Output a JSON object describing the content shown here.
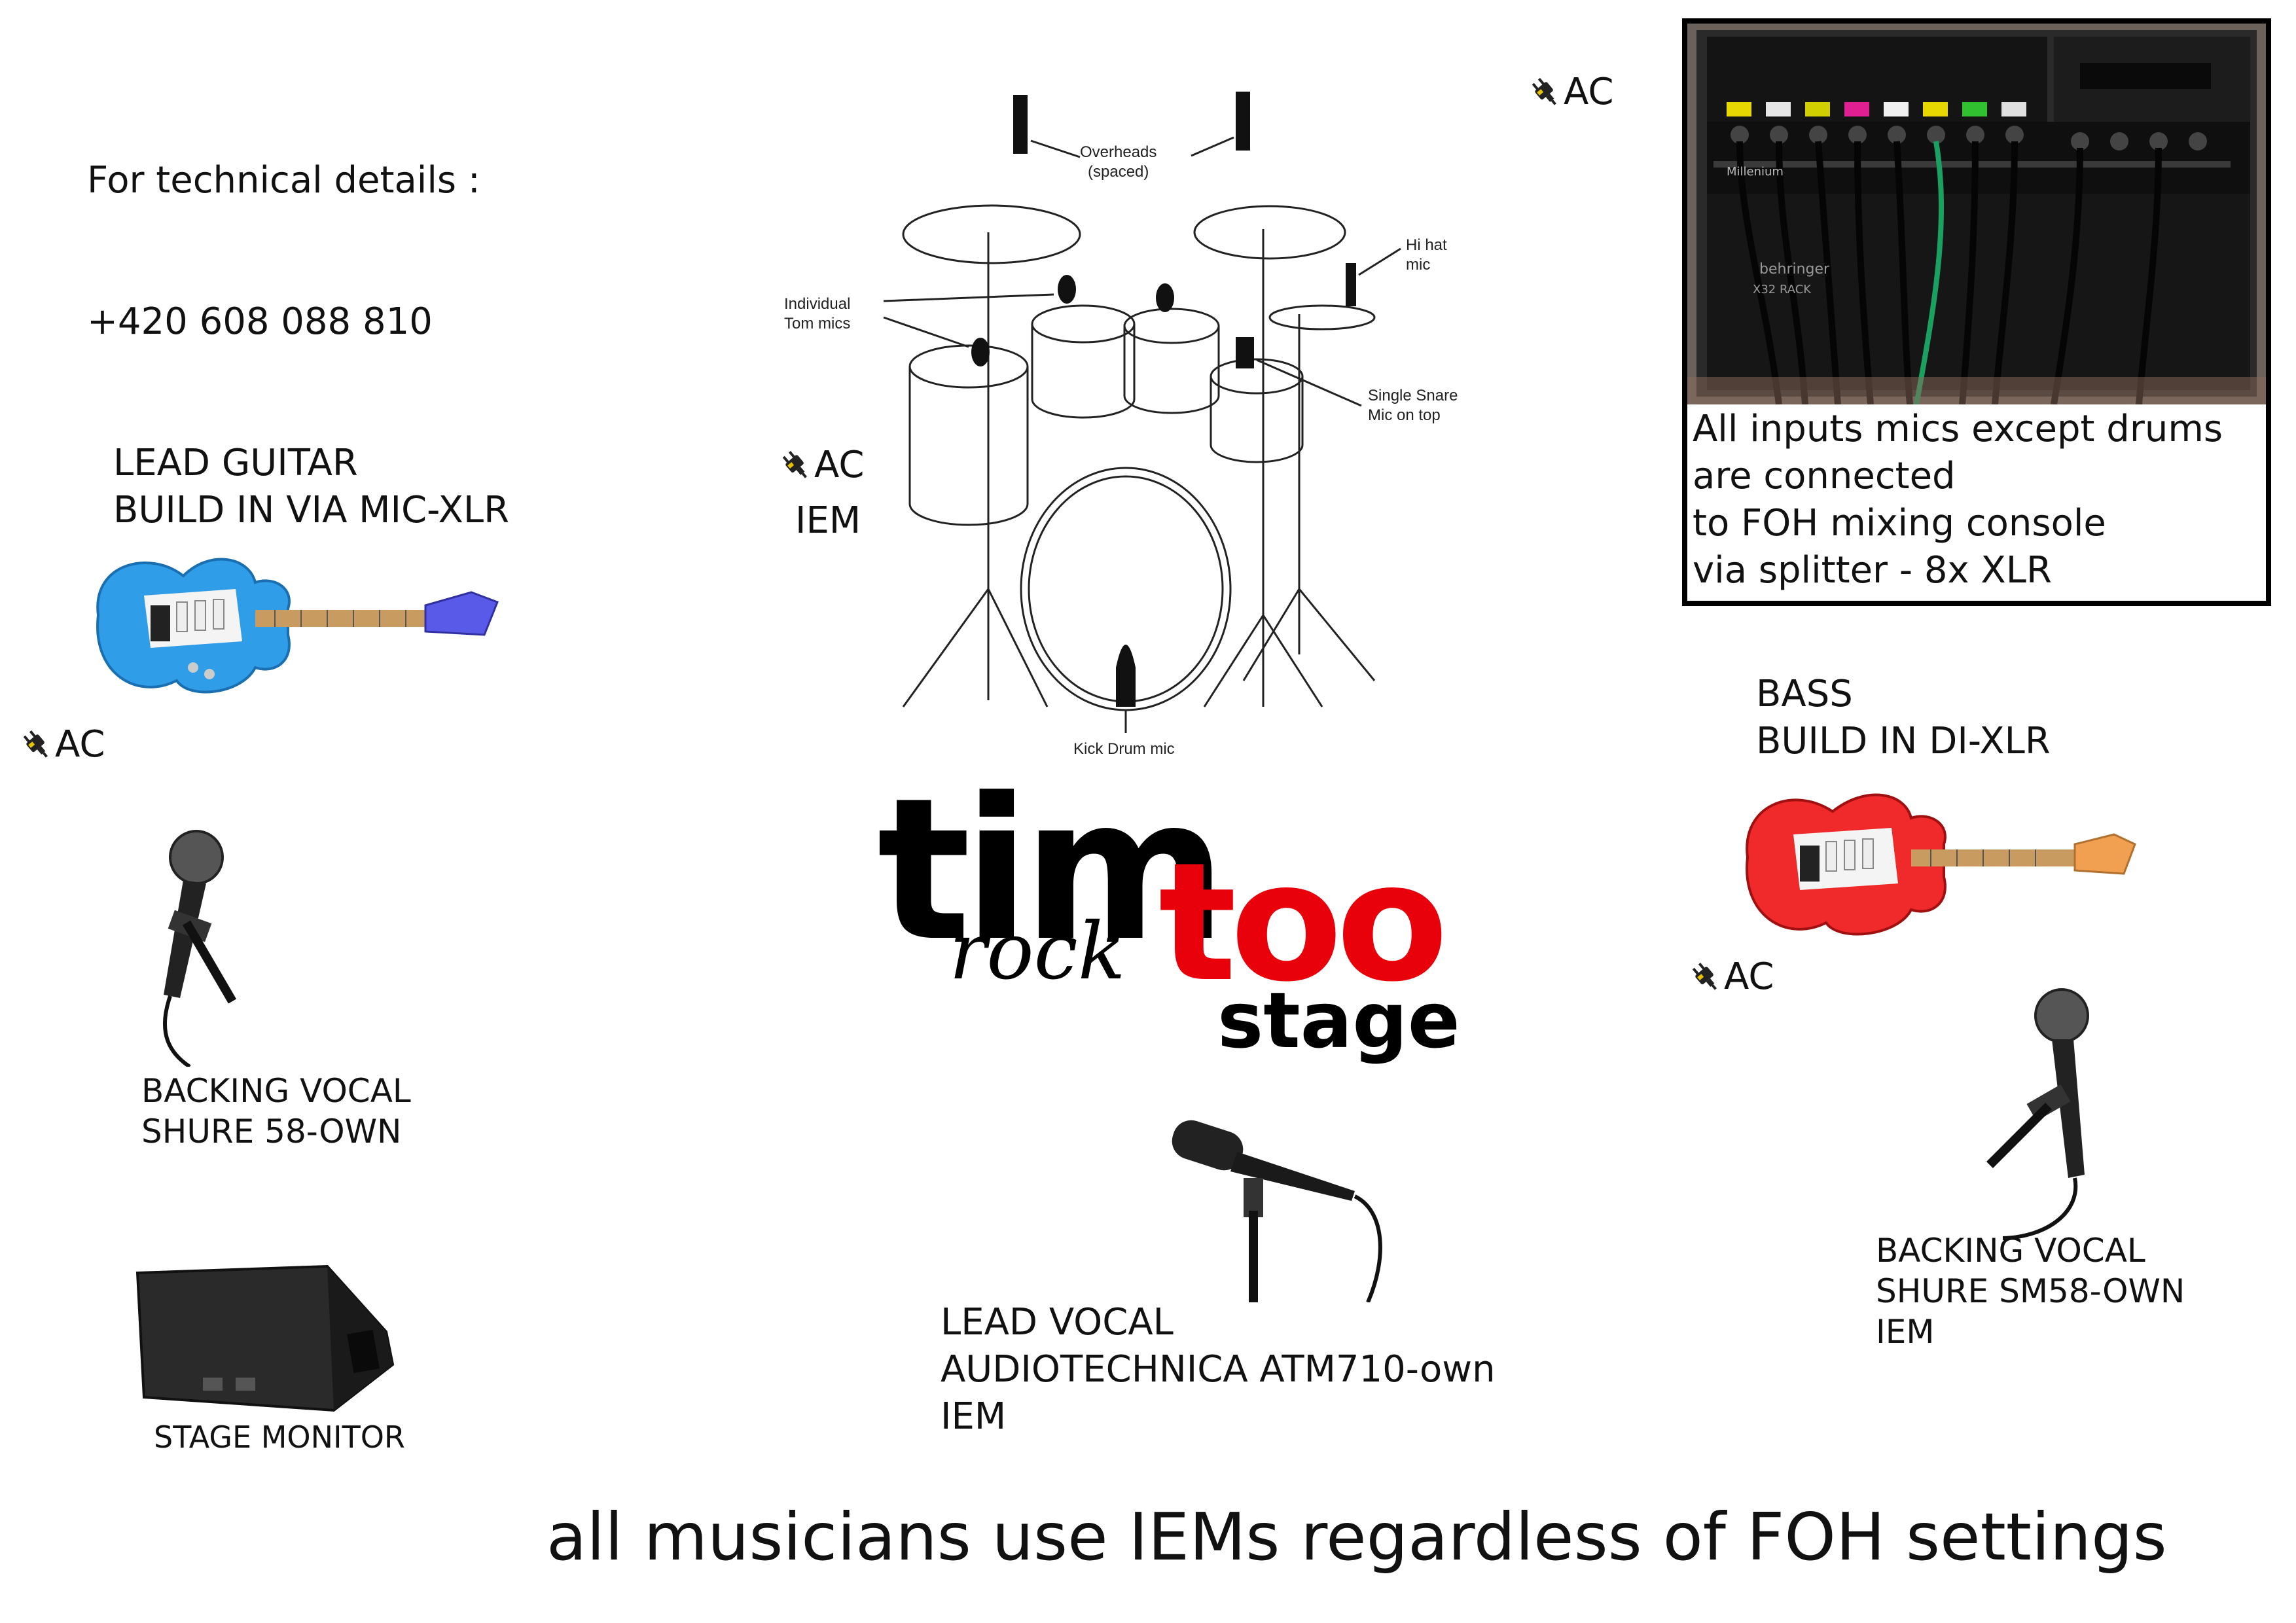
{
  "contact": {
    "line1": "For technical details :",
    "line2": "+420 608 088 810"
  },
  "ac_label": "AC",
  "iem_label": "IEM",
  "drums": {
    "labels": {
      "overheads": "Overheads\n(spaced)",
      "toms": "Individual\nTom mics",
      "hihat": "Hi hat\nmic",
      "snare": "Single Snare\nMic on top",
      "kick": "Kick Drum mic"
    }
  },
  "rack": {
    "caption": "All inputs mics except drums\nare connected\nto FOH mixing console\nvia splitter - 8x XLR",
    "front_text": [
      "Millenium",
      "behringer",
      "X32 RACK"
    ]
  },
  "lead_guitar": {
    "label": "LEAD GUITAR\nBUILD IN VIA MIC-XLR",
    "color": "#2f9de8"
  },
  "bass": {
    "label": "BASS\nBUILD IN DI-XLR",
    "color": "#f02a2a"
  },
  "backing_vocal_left": {
    "label": "BACKING VOCAL\nSHURE 58-OWN"
  },
  "backing_vocal_right": {
    "label": "BACKING VOCAL\nSHURE SM58-OWN\nIEM"
  },
  "lead_vocal": {
    "label": "LEAD VOCAL\nAUDIOTECHNICA ATM710-own\nIEM"
  },
  "stage_monitor": {
    "label": "STAGE MONITOR"
  },
  "logo": {
    "tim": "tim",
    "rock": "rock",
    "too": "too",
    "stage": "stage",
    "accent": "#e8000a"
  },
  "footer": "all musicians use IEMs regardless of FOH settings"
}
